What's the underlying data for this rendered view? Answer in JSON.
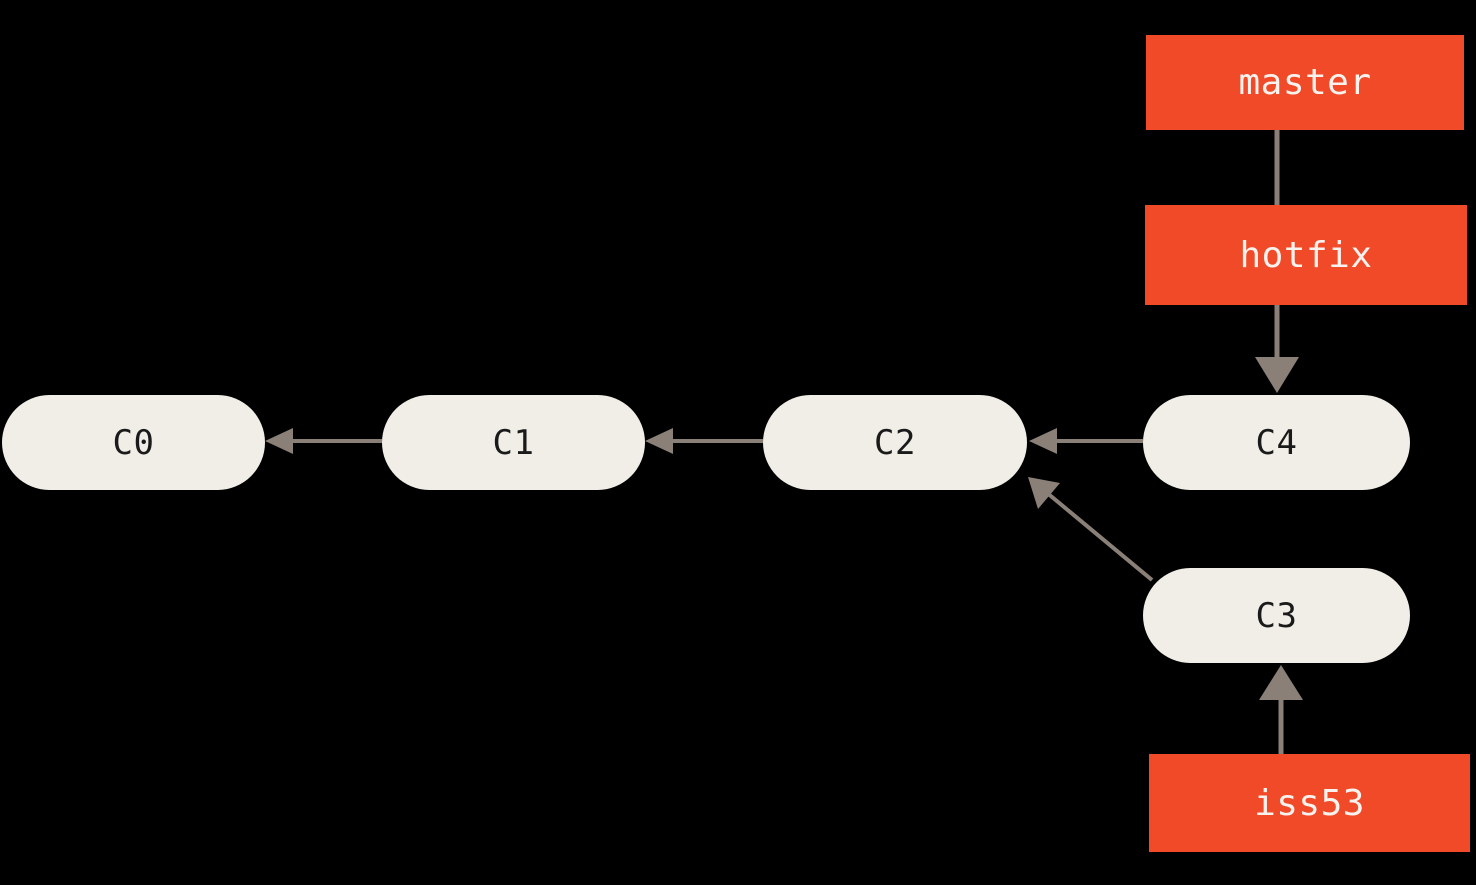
{
  "diagram": {
    "title": "git-branch-diagram",
    "background_color": "#000000",
    "commit_fill_color": "#F0EEE6",
    "commit_text_color": "#1A1A1A",
    "branch_fill_color": "#F04A28",
    "branch_text_color": "#F7F2EE",
    "arrow_color": "#8A8078"
  },
  "commits": [
    {
      "id": "c0",
      "label": "C0"
    },
    {
      "id": "c1",
      "label": "C1"
    },
    {
      "id": "c2",
      "label": "C2"
    },
    {
      "id": "c3",
      "label": "C3"
    },
    {
      "id": "c4",
      "label": "C4"
    }
  ],
  "branches": [
    {
      "id": "master",
      "label": "master"
    },
    {
      "id": "hotfix",
      "label": "hotfix"
    },
    {
      "id": "iss53",
      "label": "iss53"
    }
  ],
  "edges": [
    {
      "id": "c1-to-c0",
      "from": "C1",
      "to": "C0",
      "kind": "parent-arrow",
      "direction": "left"
    },
    {
      "id": "c2-to-c1",
      "from": "C2",
      "to": "C1",
      "kind": "parent-arrow",
      "direction": "left"
    },
    {
      "id": "c4-to-c2",
      "from": "C4",
      "to": "C2",
      "kind": "parent-arrow",
      "direction": "left"
    },
    {
      "id": "c3-to-c2",
      "from": "C3",
      "to": "C2",
      "kind": "parent-arrow",
      "direction": "diagonal-up-left"
    },
    {
      "id": "master-hotfix",
      "from": "master",
      "to": "hotfix",
      "kind": "plain-line",
      "direction": "down"
    },
    {
      "id": "hotfix-to-c4",
      "from": "hotfix",
      "to": "C4",
      "kind": "pointer-arrow",
      "direction": "down"
    },
    {
      "id": "iss53-to-c3",
      "from": "iss53",
      "to": "C3",
      "kind": "pointer-arrow",
      "direction": "up"
    }
  ]
}
